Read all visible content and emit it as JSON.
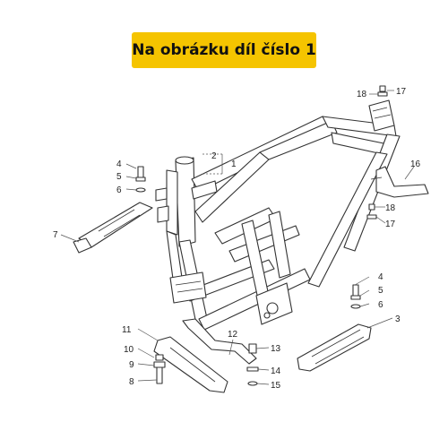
{
  "banner": {
    "text": "Na obrázku díl číslo 1"
  },
  "callouts": {
    "c1": "1",
    "c2": "2",
    "c3": "3",
    "c4a": "4",
    "c5a": "5",
    "c6a": "6",
    "c4b": "4",
    "c5b": "5",
    "c6b": "6",
    "c7": "7",
    "c8": "8",
    "c9": "9",
    "c10": "10",
    "c11": "11",
    "c12": "12",
    "c13": "13",
    "c14": "14",
    "c15": "15",
    "c16": "16",
    "c17a": "17",
    "c18a": "18",
    "c17b": "17",
    "c18b": "18"
  }
}
